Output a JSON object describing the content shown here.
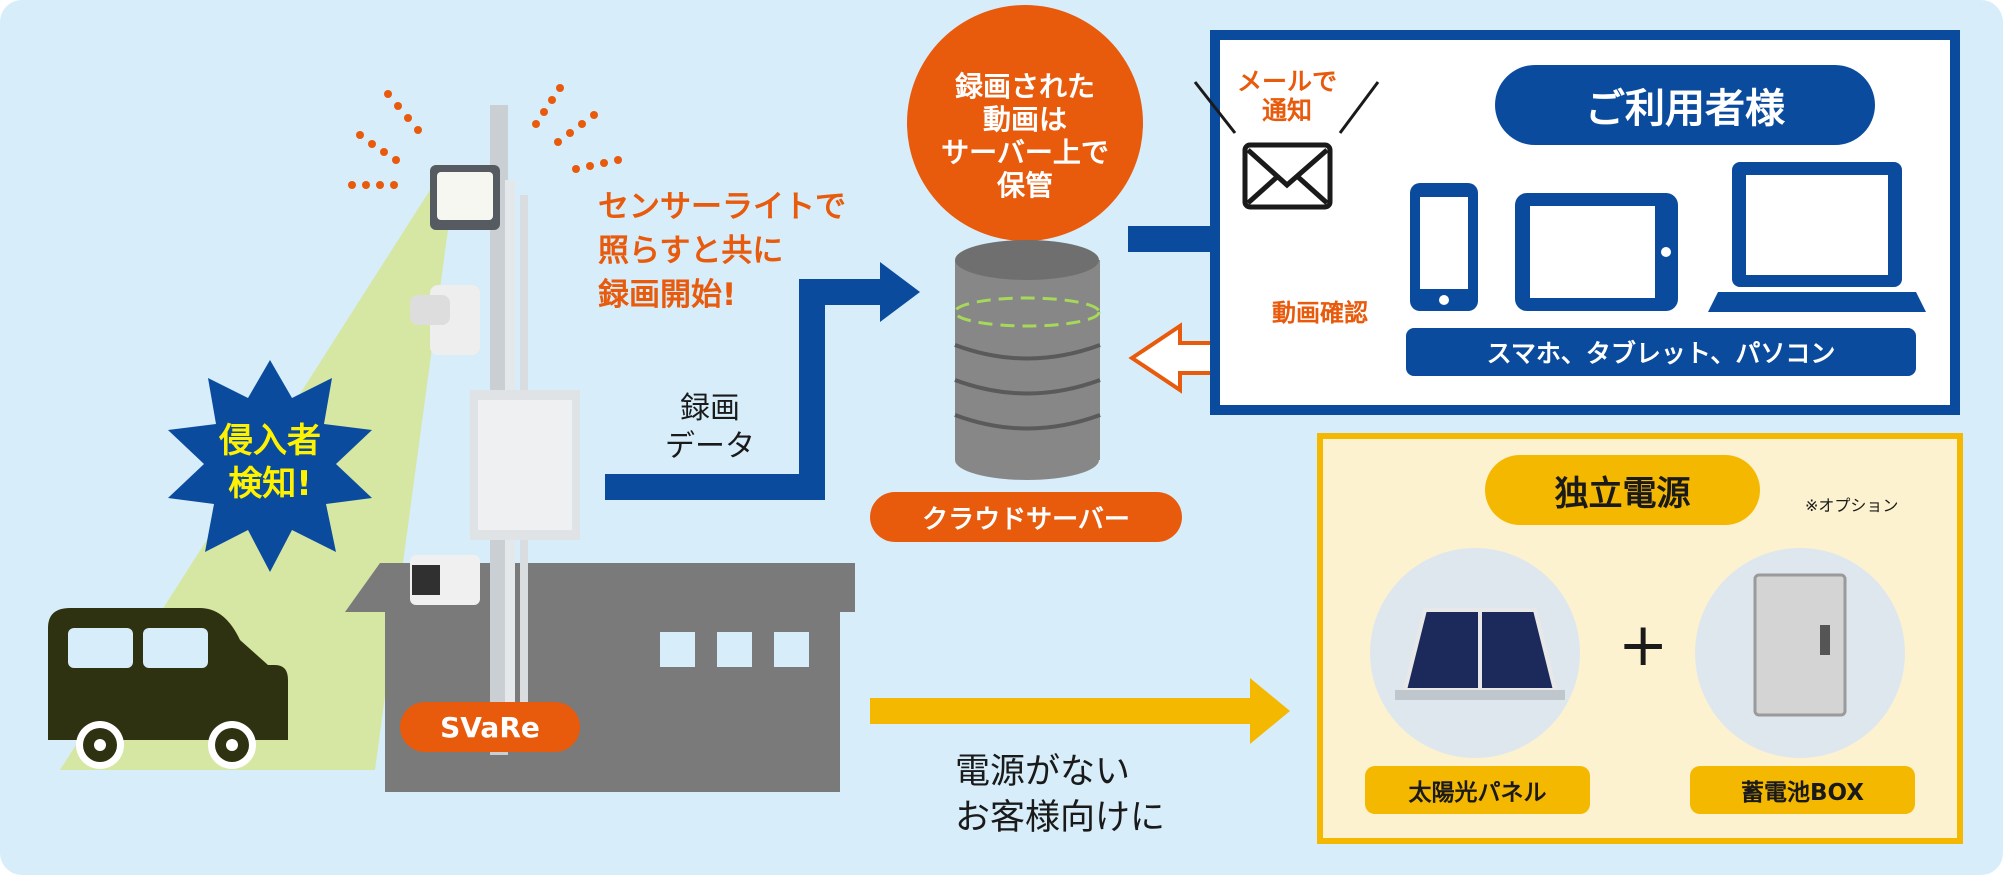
{
  "colors": {
    "background": "#d7edf9",
    "orange": "#e85a0c",
    "navy": "#0b4b9e",
    "yellow": "#f5b800",
    "panel_yellow": "#fdf2cf",
    "gray": "#7a7a7a",
    "light_green": "#d6e7a4",
    "car": "#2f3211"
  },
  "detection": {
    "label": "侵入者\n検知!"
  },
  "sensor_note": "センサーライトで\n照らすと共に\n録画開始!",
  "recording_data": "録画\nデータ",
  "cloud": {
    "bubble": "録画された\n動画は\nサーバー上で\n保管",
    "label": "クラウドサーバー"
  },
  "device_label": "SVaRe",
  "users": {
    "title": "ご利用者様",
    "mail_note": "メールで\n通知",
    "video_check": "動画確認",
    "devices_label": "スマホ、タブレット、パソコン"
  },
  "power": {
    "title": "独立電源",
    "option_note": "※オプション",
    "plus": "+",
    "solar_label": "太陽光パネル",
    "battery_label": "蓄電池BOX"
  },
  "no_power_note": "電源がない\nお客様向けに"
}
